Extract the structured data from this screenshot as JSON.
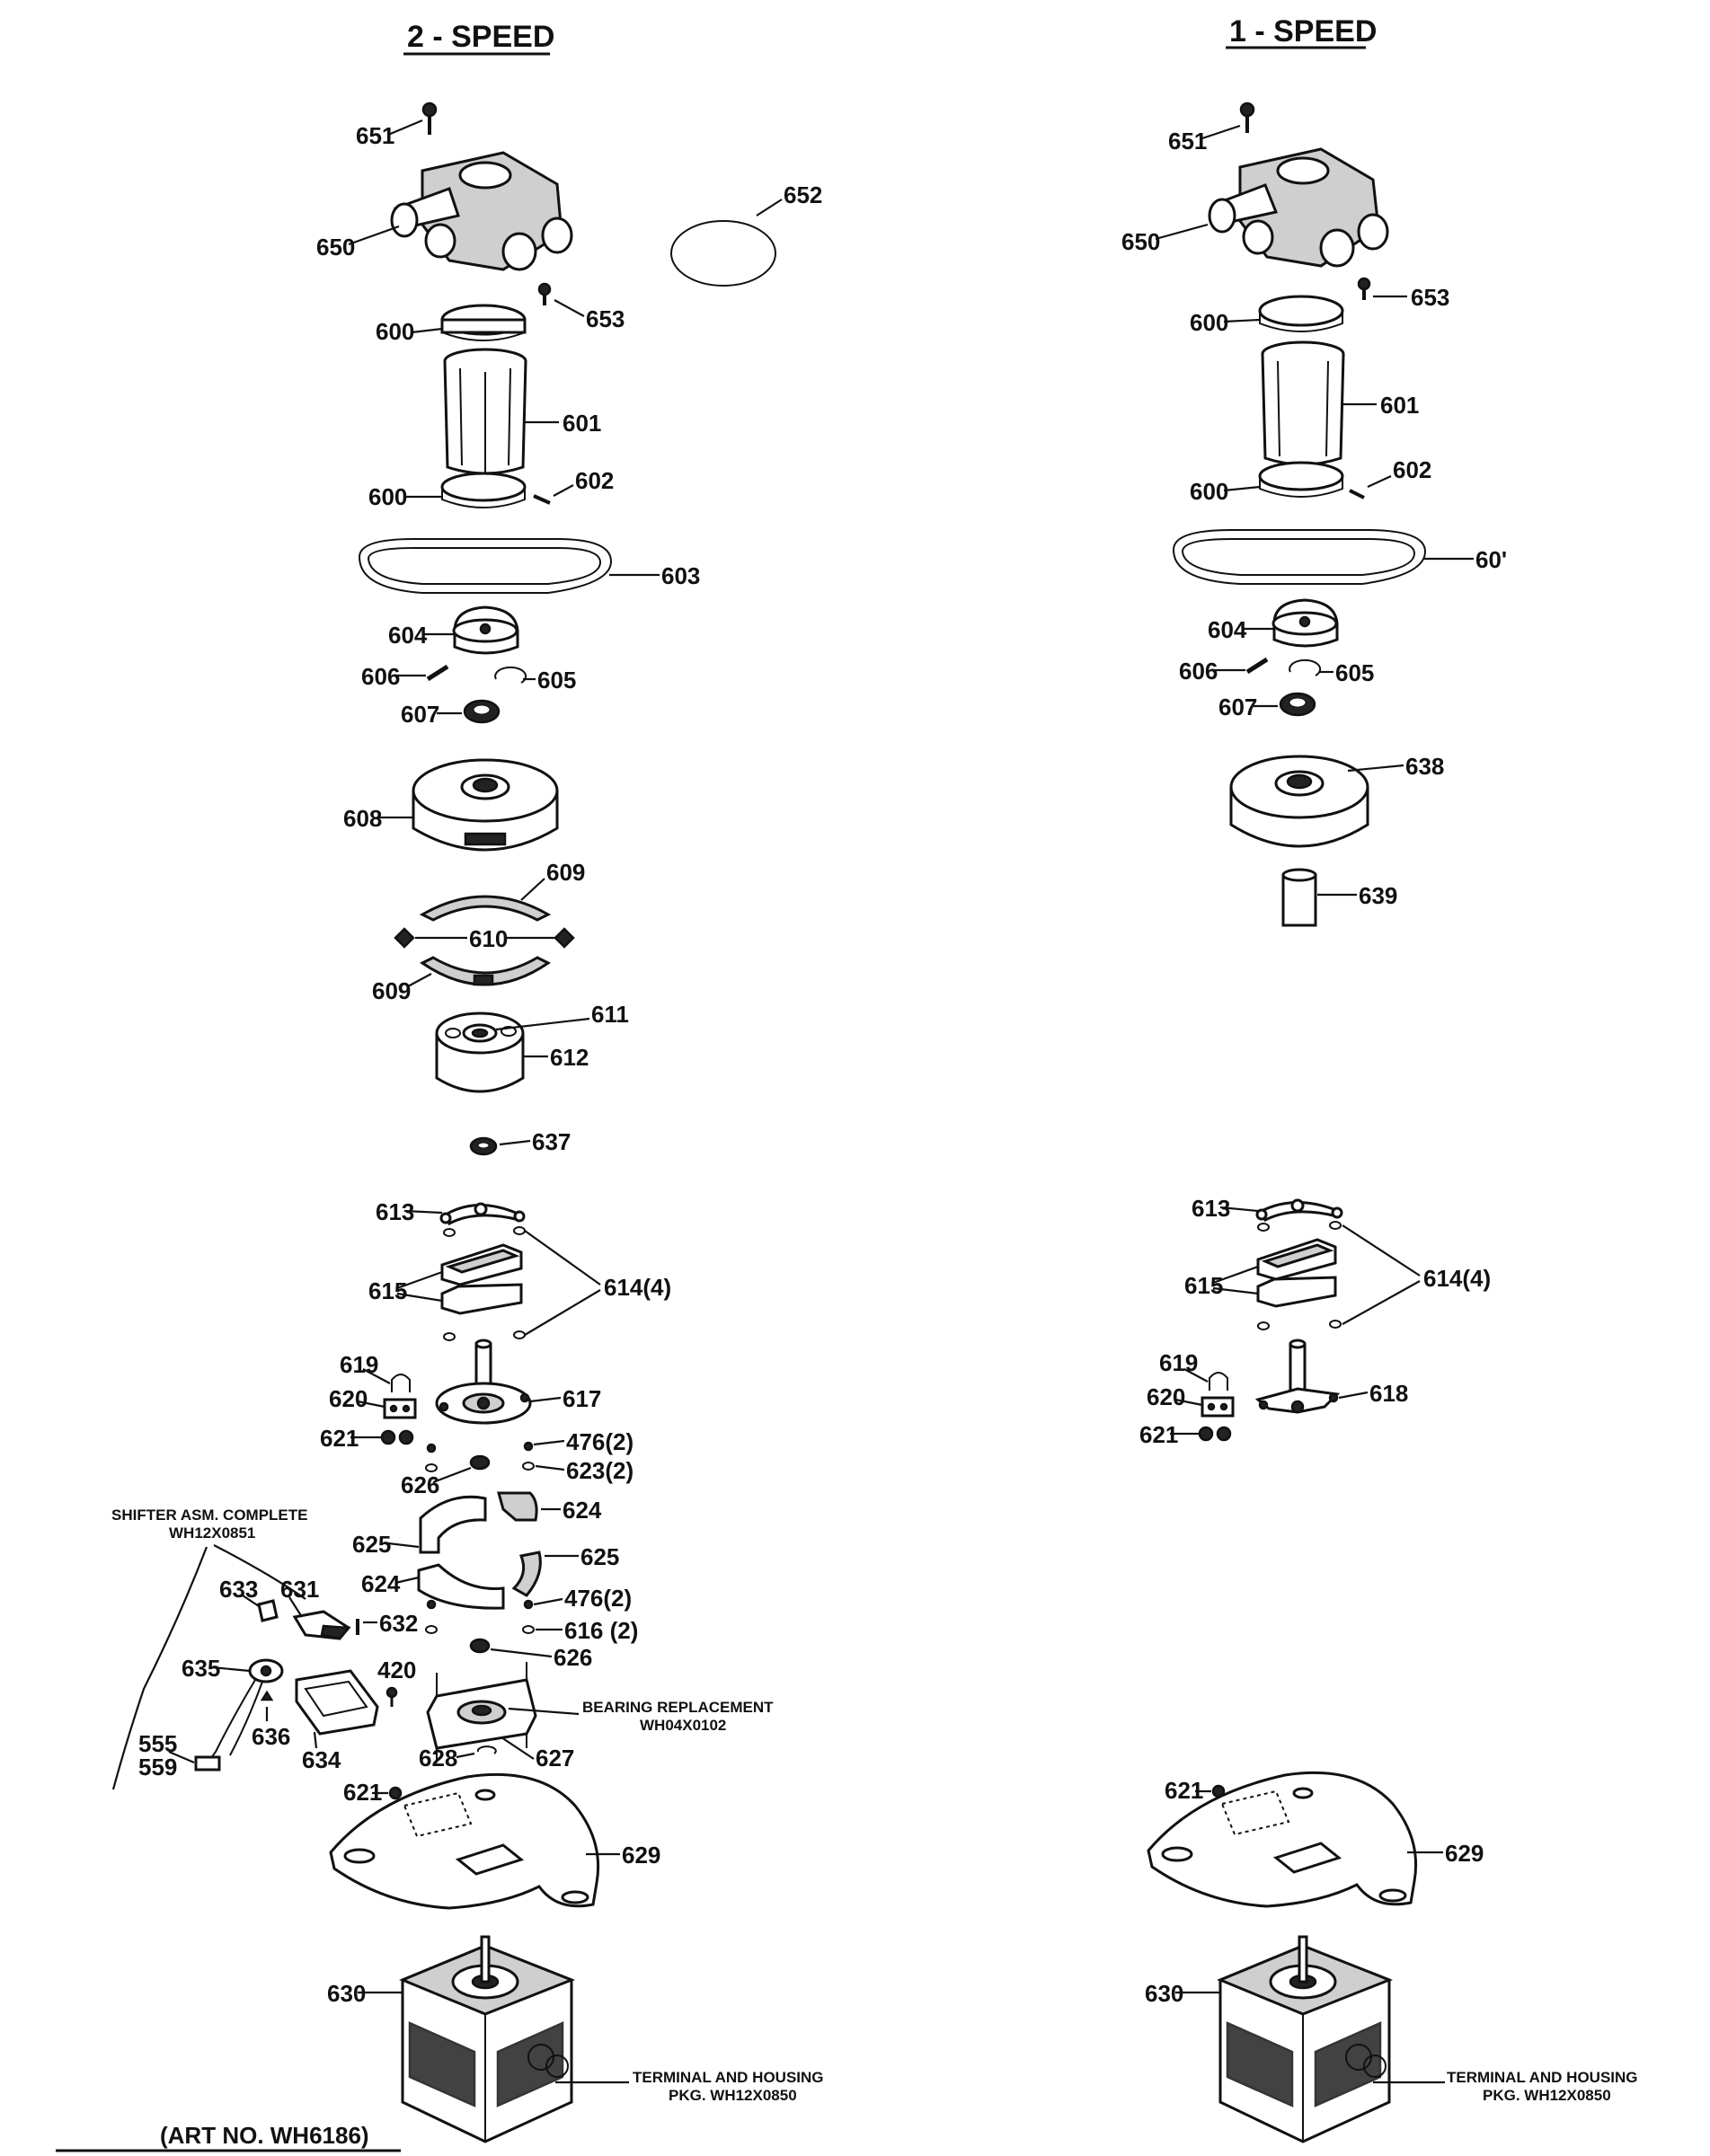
{
  "headings": {
    "two_speed": "2 - SPEED",
    "one_speed": "1 - SPEED"
  },
  "art_number": "(ART NO. WH6186)",
  "notes": {
    "shifter_line1": "SHIFTER ASM. COMPLETE",
    "shifter_line2": "WH12X0851",
    "bearing_line1": "BEARING REPLACEMENT",
    "bearing_line2": "WH04X0102",
    "terminal_line1": "TERMINAL AND HOUSING",
    "terminal_line2": "PKG. WH12X0850",
    "terminal_right_line1": "TERMINAL AND HOUSING",
    "terminal_right_line2": "PKG. WH12X0850"
  },
  "labels_left": {
    "p651": "651",
    "p650": "650",
    "p652": "652",
    "p653": "653",
    "p600a": "600",
    "p601": "601",
    "p600b": "600",
    "p602": "602",
    "p603": "603",
    "p604": "604",
    "p606": "606",
    "p605": "605",
    "p607": "607",
    "p608": "608",
    "p609a": "609",
    "p610": "610",
    "p609b": "609",
    "p611": "611",
    "p612": "612",
    "p637": "637",
    "p613": "613",
    "p615": "615",
    "p614": "614(4)",
    "p619": "619",
    "p620": "620",
    "p617": "617",
    "p621a": "621",
    "p476a": "476(2)",
    "p623": "623(2)",
    "p626a": "626",
    "p625a": "625",
    "p624a": "624",
    "p624b": "624",
    "p625b": "625",
    "p476b": "476(2)",
    "p616": "616 (2)",
    "p626b": "626",
    "p633": "633",
    "p631": "631",
    "p632": "632",
    "p635": "635",
    "p420": "420",
    "p636": "636",
    "p634": "634",
    "p555": "555",
    "p559": "559",
    "p628": "628",
    "p627": "627",
    "p621b": "621",
    "p629": "629",
    "p630": "630"
  },
  "labels_right": {
    "p651": "651",
    "p650": "650",
    "p653": "653",
    "p600a": "600",
    "p601": "601",
    "p600b": "600",
    "p602": "602",
    "p603": "60'",
    "p604": "604",
    "p606": "606",
    "p605": "605",
    "p607": "607",
    "p638": "638",
    "p639": "639",
    "p613": "613",
    "p615": "615",
    "p614": "614(4)",
    "p619": "619",
    "p620": "620",
    "p618": "618",
    "p621a": "621",
    "p621b": "621",
    "p629": "629",
    "p630": "630"
  }
}
